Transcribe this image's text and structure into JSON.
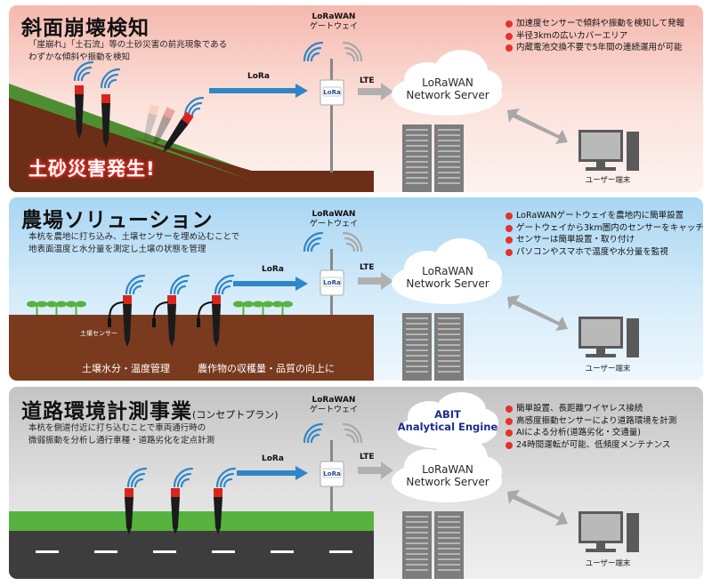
{
  "panels": [
    {
      "title": "斜面崩壊検知",
      "title_suffix": "",
      "description": [
        "「崖崩れ」「土石流」等の土砂災害の前兆現象である",
        "わずかな傾斜や振動を検知"
      ],
      "gateway_label": [
        "LoRaWAN",
        "ゲートウェイ"
      ],
      "lora_label": "LoRa",
      "lte_label": "LTE",
      "cloud_label": [
        "LoRaWAN",
        "Network Server"
      ],
      "user_label": "ユーザー端末",
      "bullets": [
        "加速度センサーで傾斜や振動を検知して発報",
        "半径3kmの広いカバーエリア",
        "内蔵電池交換不要で5年間の連続運用が可能"
      ],
      "alert": "土砂災害発生!"
    },
    {
      "title": "農場ソリューション",
      "title_suffix": "",
      "description": [
        "本杭を農地に打ち込み、土壌センサーを埋め込むことで",
        "地表面温度と水分量を測定し土壌の状態を管理"
      ],
      "gateway_label": [
        "LoRaWAN",
        "ゲートウェイ"
      ],
      "lora_label": "LoRa",
      "lte_label": "LTE",
      "cloud_label": [
        "LoRaWAN",
        "Network Server"
      ],
      "user_label": "ユーザー端末",
      "bullets": [
        "LoRaWANゲートウェイを農地内に簡単設置",
        "ゲートウェイから3km圏内のセンサーをキャッチ",
        "センサーは簡単設置・取り付け",
        "パソコンやスマホで温度や水分量を監視"
      ],
      "soil_sensor": "土壌センサー",
      "footer_left": "土壌水分・温度管理",
      "footer_right": "農作物の収穫量・品質の向上に"
    },
    {
      "title": "道路環境計測事業",
      "title_suffix": "(コンセプトプラン)",
      "description": [
        "本杭を側道付近に打ち込むことで車両通行時の",
        "微弱振動を分析し通行車種・道路劣化を定点計測"
      ],
      "gateway_label": [
        "LoRaWAN",
        "ゲートウェイ"
      ],
      "lora_label": "LoRa",
      "lte_label": "LTE",
      "cloud_label": [
        "LoRaWAN",
        "Network Server"
      ],
      "abit_label": [
        "ABIT",
        "Analytical Engine"
      ],
      "user_label": "ユーザー端末",
      "bullets": [
        "簡単設置、長距離ワイヤレス接続",
        "高感度振動センサーにより道路環境を計測",
        "AIによる分析(道路劣化・交通量)",
        "24時間運転が可能、低頻度メンテナンス"
      ]
    }
  ],
  "icons": [
    "wifi-signal-icon",
    "cloud-icon",
    "server-rack-icon",
    "desktop-computer-icon",
    "sensor-stake-icon",
    "gateway-device-icon"
  ],
  "colors": {
    "alert_red": "#e4312b",
    "lora_arrow_blue": "#2f86c8",
    "grass_green": "#57b33e",
    "soil_brown": "#7a3a1e",
    "road_dark": "#3d3d3d"
  },
  "device_tag": "LoRa"
}
